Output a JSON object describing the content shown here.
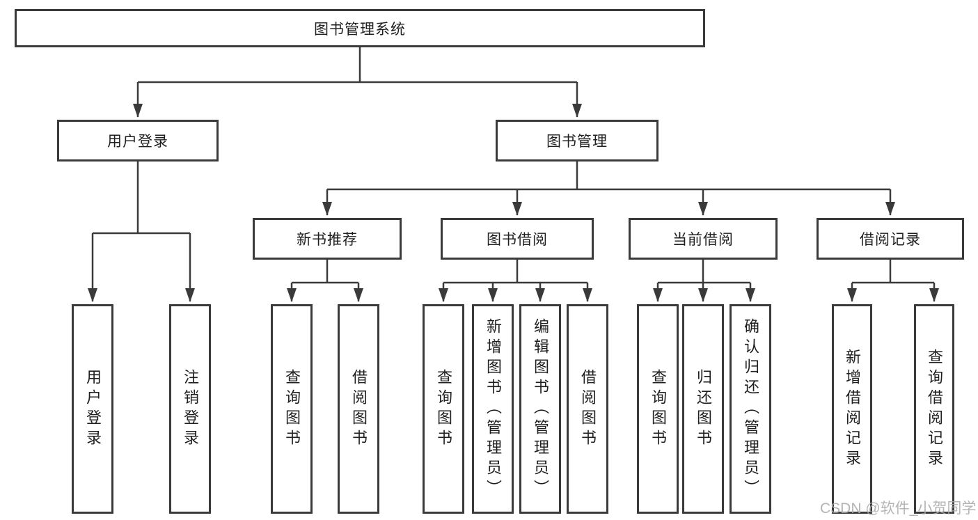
{
  "tree": {
    "root": "图书管理系统",
    "branches": [
      {
        "label": "用户登录",
        "children": [
          "用户登录",
          "注销登录"
        ]
      },
      {
        "label": "图书管理",
        "groups": [
          {
            "label": "新书推荐",
            "children": [
              "查询图书",
              "借阅图书"
            ]
          },
          {
            "label": "图书借阅",
            "children": [
              "查询图书",
              "新增图书（管理员）",
              "编辑图书（管理员）",
              "借阅图书"
            ]
          },
          {
            "label": "当前借阅",
            "children": [
              "查询图书",
              "归还图书",
              "确认归还（管理员）"
            ]
          },
          {
            "label": "借阅记录",
            "children": [
              "新增借阅记录",
              "查询借阅记录"
            ]
          }
        ]
      }
    ]
  },
  "watermark": "CSDN @软件_小贺同学",
  "colors": {
    "line": "#3a3a3a",
    "box_border": "#3a3a3a",
    "text": "#1f1f1f",
    "background": "#ffffff",
    "watermark": "#aaaaaa"
  }
}
